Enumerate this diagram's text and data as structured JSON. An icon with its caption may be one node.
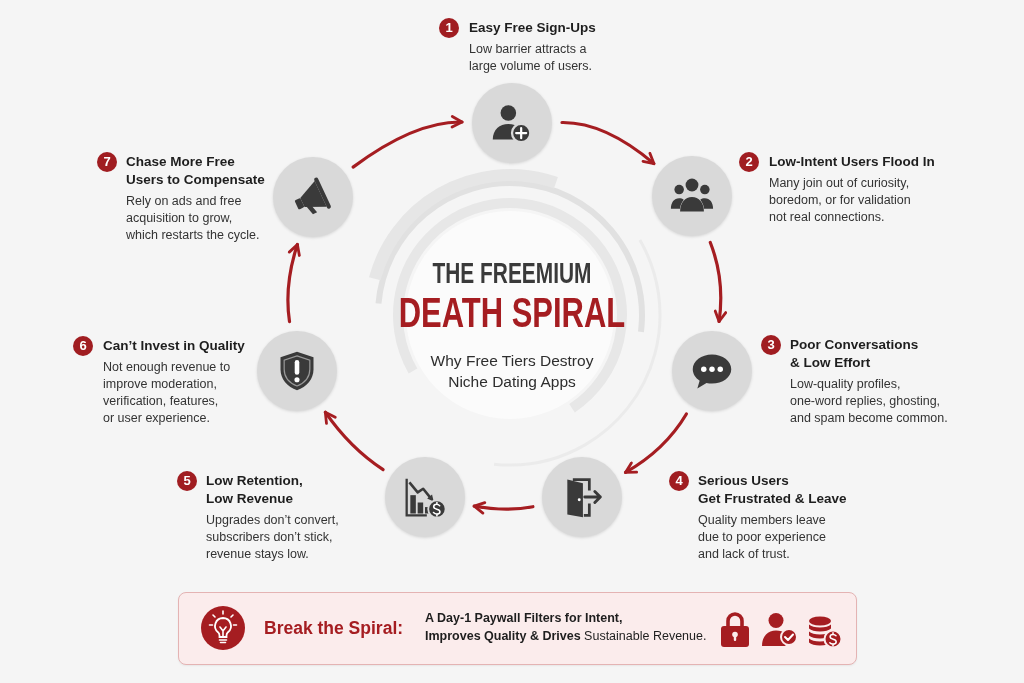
{
  "diagram": {
    "title": "THE FREEMIUM DEATH SPIRAL",
    "nodes": [
      {
        "text": [],
        "shape": "circle",
        "beside": [
          "1",
          "Easy Free Sign-Ups",
          "Low barrier attracts a large volume of users."
        ]
      },
      {
        "text": [],
        "shape": "circle",
        "beside": [
          "2",
          "Low-Intent Users Flood In",
          "Many join out of curiosity, boredom, or for validation not real connections."
        ]
      },
      {
        "text": [],
        "shape": "circle",
        "beside": [
          "3",
          "Poor Conversations & Low Effort",
          "Low-quality profiles, one-word replies, ghosting, and spam become common."
        ]
      },
      {
        "text": [],
        "shape": "circle",
        "beside": [
          "4",
          "Serious Users Get Frustrated & Leave",
          "Quality members leave due to poor experience and lack of trust."
        ]
      },
      {
        "text": [],
        "shape": "circle",
        "beside": [
          "5",
          "Low Retention, Low Revenue",
          "Upgrades don’t convert, subscribers don’t stick, revenue stays low."
        ]
      },
      {
        "text": [],
        "shape": "circle",
        "beside": [
          "6",
          "Can’t Invest in Quality",
          "Not enough revenue to improve moderation, verification, features, or user experience."
        ]
      },
      {
        "text": [],
        "shape": "circle",
        "beside": [
          "7",
          "Chase More Free Users to Compensate",
          "Rely on ads and free acquisition to grow, which restarts the cycle."
        ]
      },
      {
        "text": [
          "Break the Spiral:",
          "**A Day-1 Paywall Filters for Intent, Improves Quality & Drives** Sustainable Revenue."
        ]
      }
    ],
    "edges": [
      {
        "from": 0,
        "to": 1,
        "arrow": "to"
      },
      {
        "from": 1,
        "to": 2,
        "arrow": "to"
      },
      {
        "from": 2,
        "to": 3,
        "arrow": "to"
      },
      {
        "from": 3,
        "to": 4,
        "arrow": "to"
      },
      {
        "from": 4,
        "to": 5,
        "arrow": "to"
      },
      {
        "from": 5,
        "to": 6,
        "arrow": "to"
      },
      {
        "from": 6,
        "to": 0,
        "arrow": "to"
      }
    ],
    "labels": [
      "Why Free Tiers Destroy Niche Dating Apps"
    ]
  }
}
